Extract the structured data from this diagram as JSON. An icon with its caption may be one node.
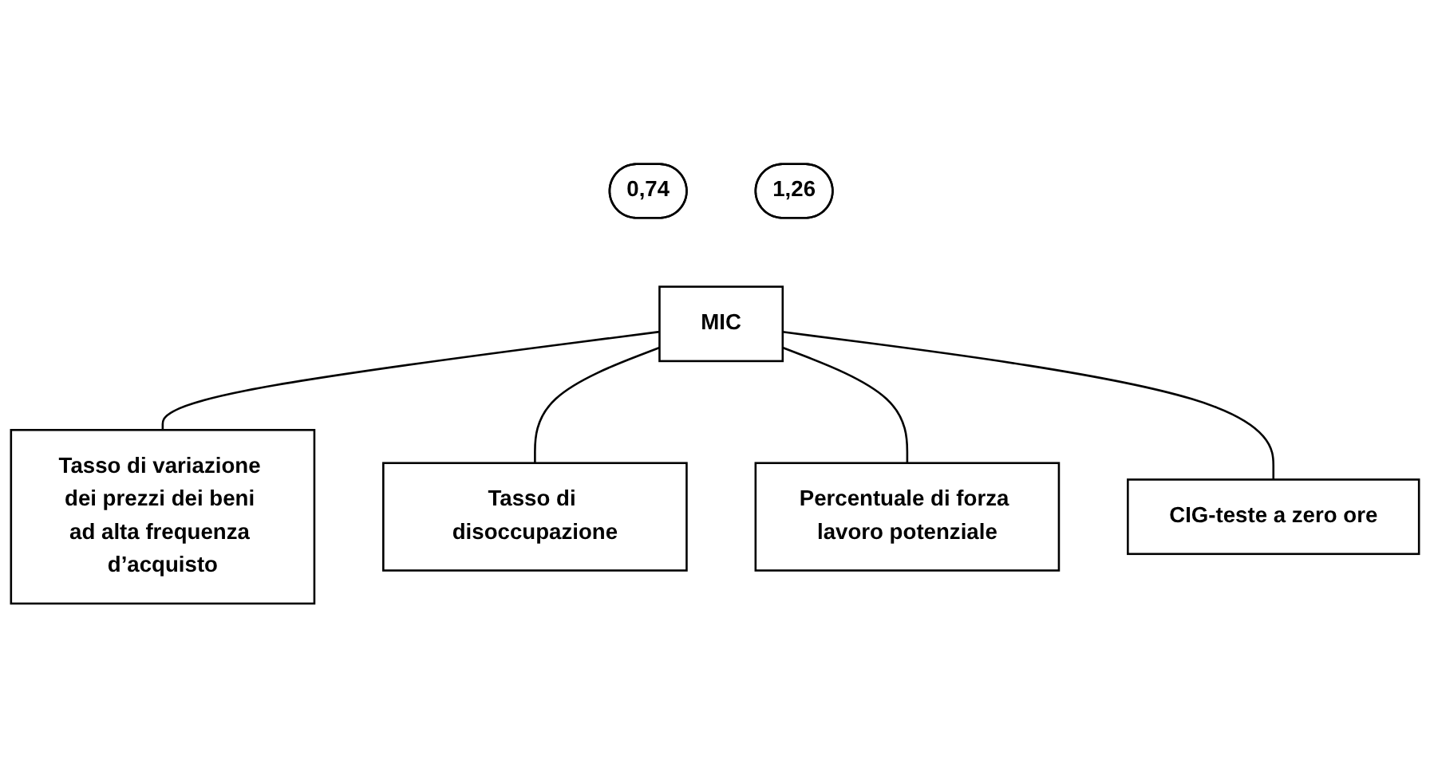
{
  "diagram": {
    "nodes": [
      {
        "text": [
          "MIC"
        ]
      },
      {
        "text": [
          "1,26"
        ]
      },
      {
        "text": [
          "0,74"
        ]
      },
      {
        "text": [
          "Tasso di variazione dei prezzi dei beni ad alta frequenza d’acquisto"
        ]
      },
      {
        "text": [
          "Tasso di disoccupazione"
        ]
      },
      {
        "text": [
          "Percentuale di forza lavoro potenziale"
        ]
      },
      {
        "text": [
          "CIG-teste a zero ore"
        ]
      }
    ],
    "edges": [
      {
        "from": 0,
        "to": 3,
        "arrow": "none"
      },
      {
        "from": 0,
        "to": 4,
        "arrow": "none"
      },
      {
        "from": 0,
        "to": 5,
        "arrow": "none"
      },
      {
        "from": 0,
        "to": 6,
        "arrow": "none"
      }
    ]
  }
}
